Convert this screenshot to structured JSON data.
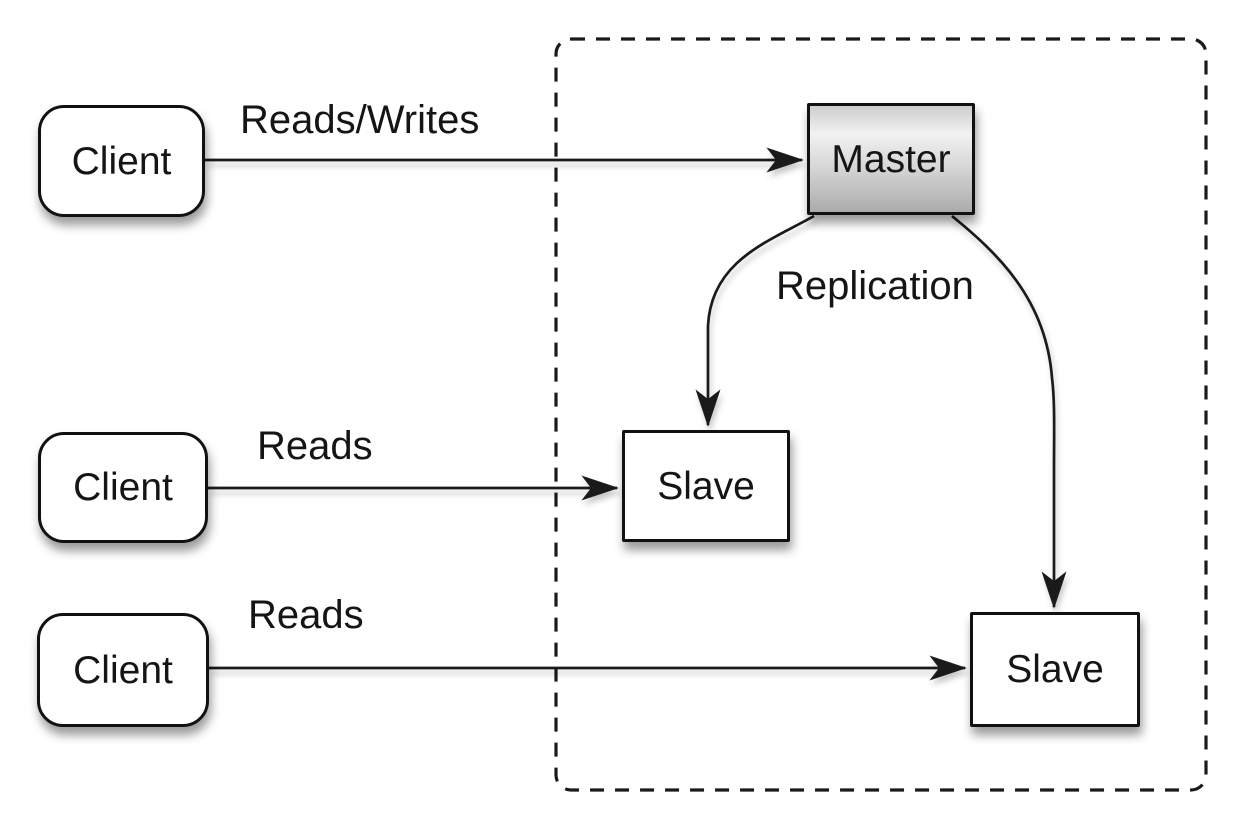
{
  "diagram": {
    "type": "architecture-diagram",
    "background_color": "#ffffff",
    "stroke_color": "#1a1a1a",
    "text_color": "#151515",
    "master_gradient_top": "#cccccc",
    "master_gradient_bottom": "#ababab",
    "nodes": {
      "client1": {
        "label": "Client",
        "shape": "rounded-rectangle"
      },
      "client2": {
        "label": "Client",
        "shape": "rounded-rectangle"
      },
      "client3": {
        "label": "Client",
        "shape": "rounded-rectangle"
      },
      "master": {
        "label": "Master",
        "shape": "rectangle"
      },
      "slave1": {
        "label": "Slave",
        "shape": "rectangle"
      },
      "slave2": {
        "label": "Slave",
        "shape": "rectangle"
      }
    },
    "edges": {
      "client1_to_master": {
        "label": "Reads/Writes"
      },
      "client2_to_slave1": {
        "label": "Reads"
      },
      "client3_to_slave2": {
        "label": "Reads"
      },
      "master_to_slaves": {
        "label": "Replication"
      }
    }
  }
}
